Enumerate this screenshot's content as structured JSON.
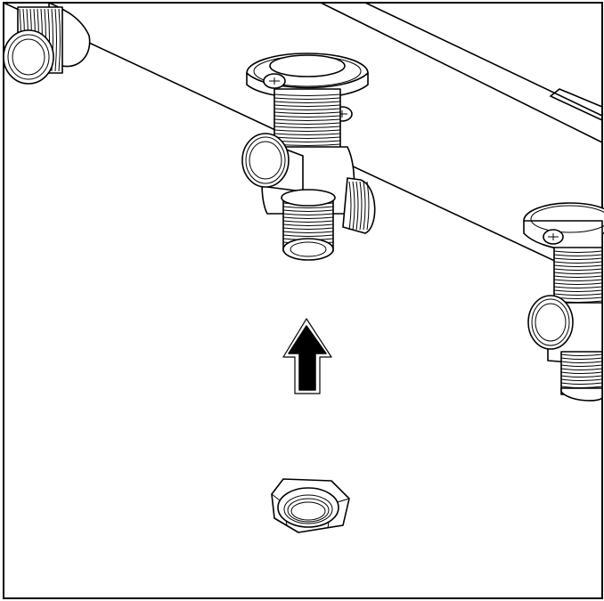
{
  "illustration": {
    "kind": "assembly-step",
    "parts": [
      "valve-fitting-top-left",
      "valve-fitting-center",
      "valve-fitting-right",
      "lock-nut"
    ],
    "arrow": {
      "direction": "up",
      "color": "#000000"
    },
    "line_color": "#000000",
    "background": "#ffffff"
  }
}
